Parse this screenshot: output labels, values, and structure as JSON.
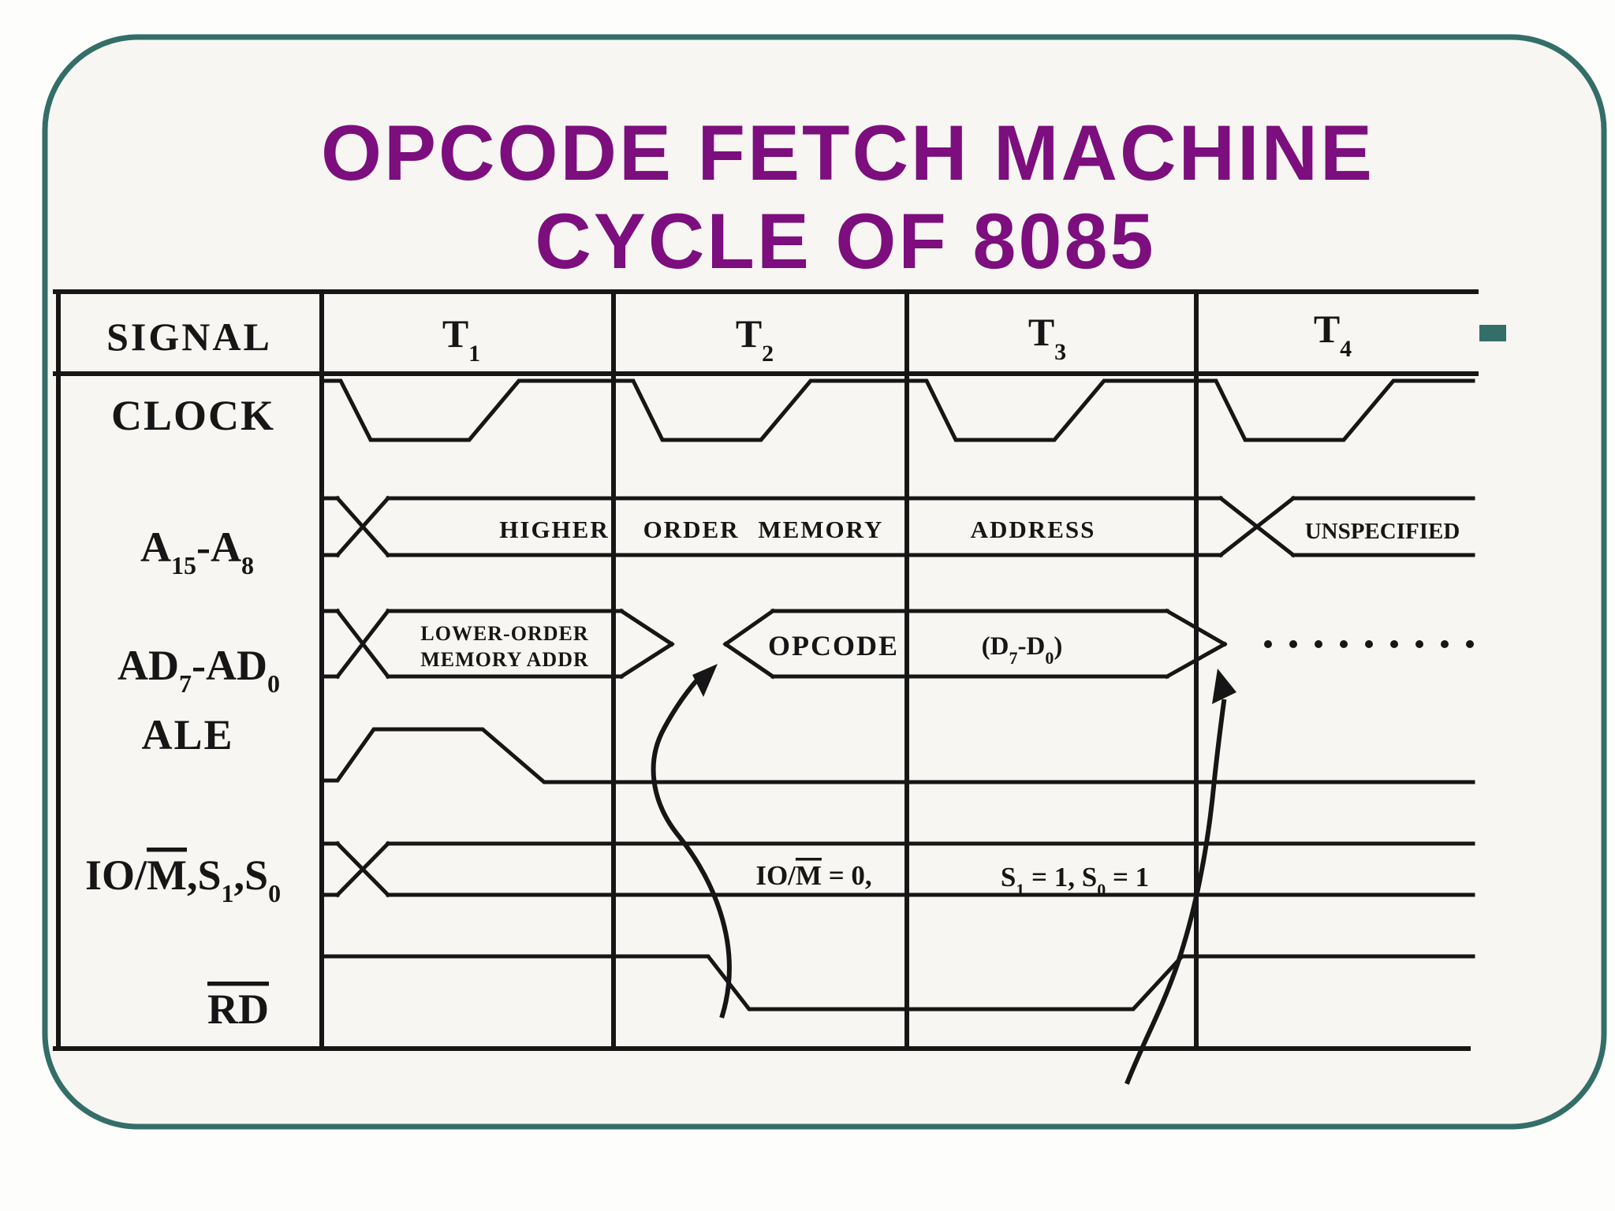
{
  "slide": {
    "title": {
      "line1": "OPCODE FETCH MACHINE",
      "line2": "CYCLE OF 8085"
    },
    "colors": {
      "accent_teal": "#336e69",
      "title_purple": "#7c0e7e",
      "ink": "#161616",
      "slide_bg": "#f7f6f2"
    }
  },
  "table": {
    "header": {
      "signal": "SIGNAL",
      "t_states": [
        {
          "base": "T",
          "sub": "1"
        },
        {
          "base": "T",
          "sub": "2"
        },
        {
          "base": "T",
          "sub": "3"
        },
        {
          "base": "T",
          "sub": "4"
        }
      ]
    }
  },
  "signals": {
    "clock": "CLOCK",
    "a_bus": {
      "p0": "A",
      "s0": "15",
      "p1": "-A",
      "s1": "8"
    },
    "ad_bus": {
      "p0": "AD",
      "s0": "7",
      "p1": "-AD",
      "s1": "0"
    },
    "ale": "ALE",
    "iom": {
      "p0": "IO/",
      "ov": "M",
      "p1": ",S",
      "s0": "1",
      "p2": ",S",
      "s1": "0"
    },
    "rd": "RD"
  },
  "waveform_text": {
    "a_bus": {
      "w1": "HIGHER",
      "w2": "ORDER MEMORY",
      "w3": "ADDRESS",
      "w4": "UNSPECIFIED"
    },
    "ad_bus": {
      "lower_line1": "LOWER-ORDER",
      "lower_line2": "MEMORY ADDR",
      "opcode": "OPCODE",
      "data": {
        "p0": "(D",
        "s0": "7",
        "p1": "-D",
        "s1": "0",
        "p2": ")"
      }
    },
    "status": {
      "iom": {
        "p0": "IO/",
        "ov": "M",
        "p1": " = 0,"
      },
      "s": {
        "p0": "S",
        "s0": "1",
        "p1": " = 1, S",
        "s1": "0",
        "p2": " = 1"
      }
    }
  }
}
